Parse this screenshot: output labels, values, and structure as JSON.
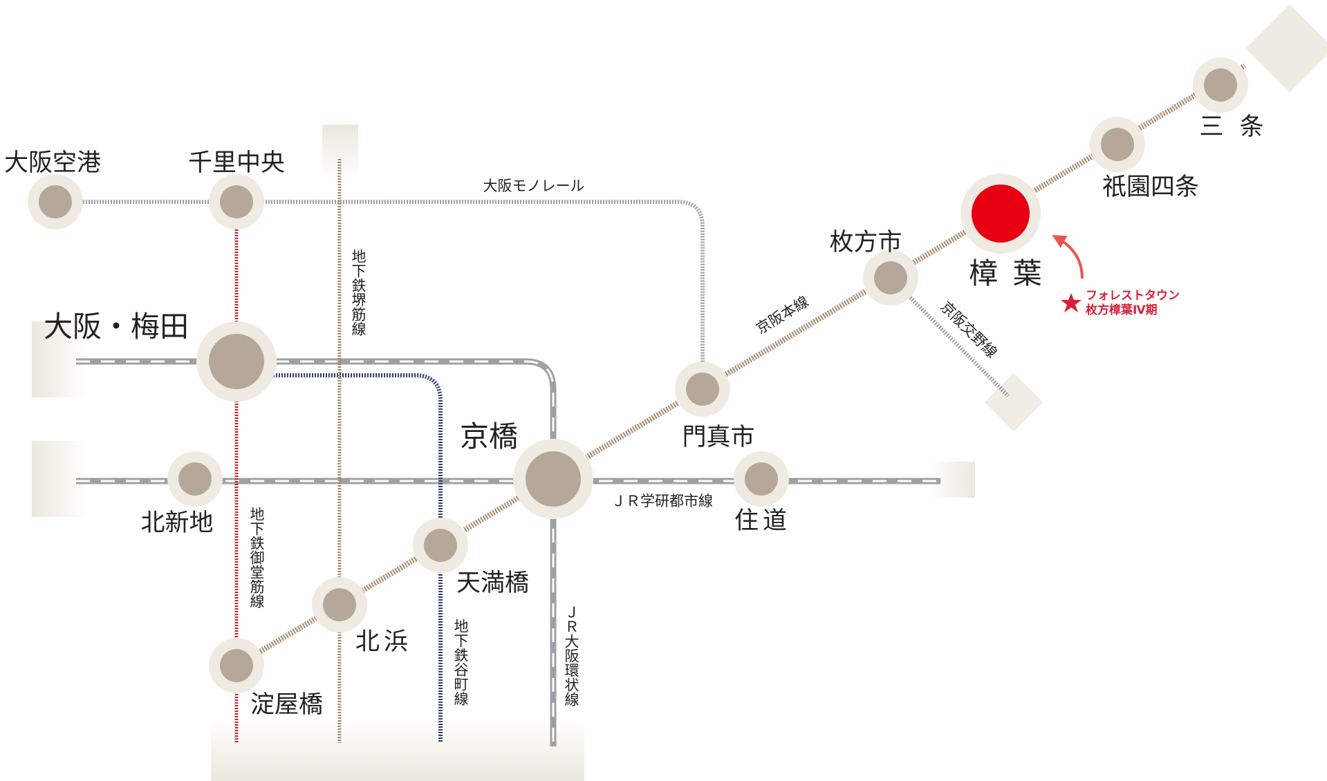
{
  "stations": {
    "osaka_airport": "大阪空港",
    "senri_chuo": "千里中央",
    "osaka_umeda": "大阪・梅田",
    "kitashinchi": "北新地",
    "kyobashi": "京橋",
    "tenmabashi": "天満橋",
    "kitahama": "北浜",
    "yodoyabashi": "淀屋橋",
    "kadomashi": "門真市",
    "sumimichi": "住道",
    "hirakatashi": "枚方市",
    "kuzuha": "樟 葉",
    "gion_shijo": "祇園四条",
    "sanjo": "三 条"
  },
  "lines": {
    "monorail": "大阪モノレール",
    "keihan_main": "京阪本線",
    "katano": "京阪交野線",
    "gakkentoshi": "ＪＲ学研都市線",
    "sakaisuji": "地下鉄堺筋線",
    "midosuji": "地下鉄御堂筋線",
    "tanimachi": "地下鉄谷町線",
    "loop": "ＪＲ大阪環状線"
  },
  "destination": {
    "line1": "フォレストタウン",
    "line2": "枚方樟葉Ⅳ期",
    "marker_color": "#e60012"
  },
  "colors": {
    "keihan": "#a3866c",
    "midosuji": "#d21f2b",
    "tanimachi": "#303a78",
    "sakaisuji": "#a3866c",
    "monorail": "#a0a0a0",
    "jr": "#9ea0a3",
    "station_fill": "#b6a898",
    "station_halo": "#efebe2",
    "fade": "#ebe7dd"
  }
}
